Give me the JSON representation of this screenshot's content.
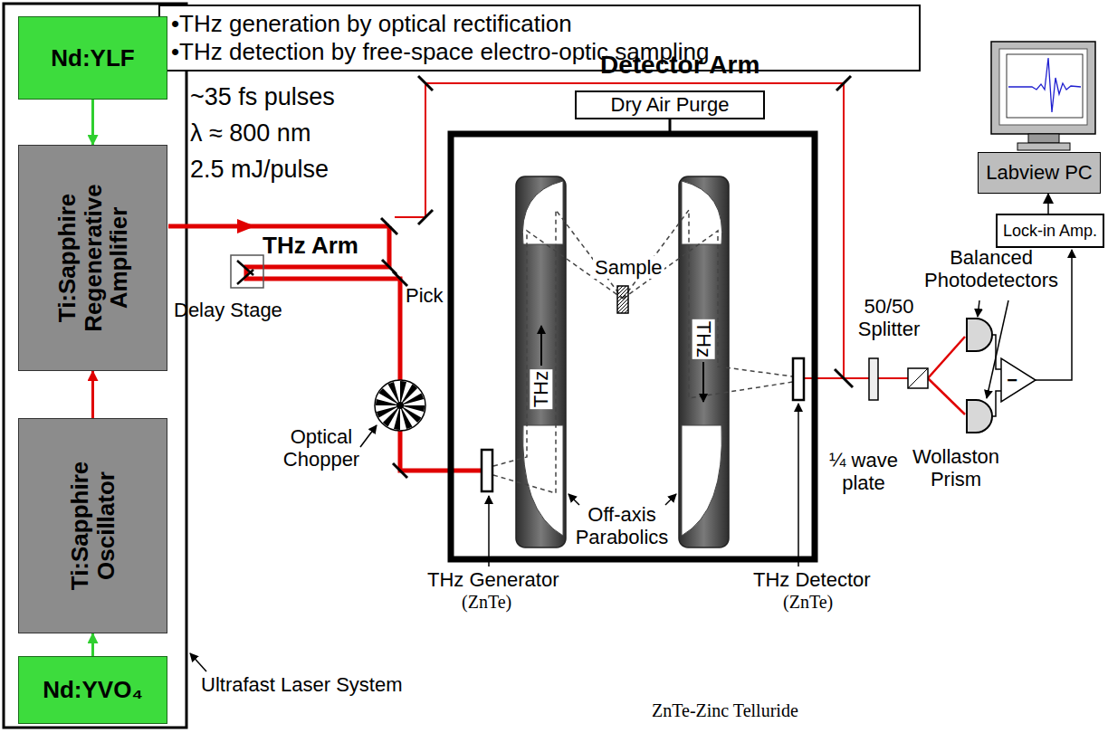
{
  "diagram": {
    "nodes": [
      {
        "text": [
          "•THz generation by optical rectification",
          "•THz detection by free-space electro-optic sampling"
        ]
      },
      {
        "text": [
          "Nd:YLF"
        ]
      },
      {
        "text": [
          "Ti:Sapphire Regenerative Amplifier"
        ]
      },
      {
        "text": [
          "Ti:Sapphire Oscillator"
        ]
      },
      {
        "text": [
          "Nd:YVO₄"
        ]
      },
      {
        "text": [
          "Dry Air Purge"
        ]
      },
      {
        "text": [
          "Labview PC"
        ]
      },
      {
        "text": [
          "Lock-in Amp."
        ]
      }
    ],
    "edges": [
      {
        "from": 1,
        "to": 2,
        "arrow": "to"
      },
      {
        "from": 3,
        "to": 2,
        "arrow": "to"
      },
      {
        "from": 4,
        "to": 3,
        "arrow": "to"
      },
      {
        "from": 7,
        "to": 6,
        "arrow": "to"
      }
    ],
    "labels": [
      "~35 fs pulses",
      "λ ≈ 800 nm",
      "2.5 mJ/pulse",
      "Detector Arm",
      "Pick",
      "THz Arm",
      "Delay Stage",
      "Optical Chopper",
      "THz Generator",
      "(ZnTe)",
      "Sample",
      "THz",
      "THz",
      "Off-axis Parabolics",
      "THz Detector",
      "(ZnTe)",
      "ZnTe-Zinc Telluride",
      "50/50 Splitter",
      "¼ wave plate",
      "Wollaston Prism",
      "Balanced Photodetectors",
      "−",
      "Ultrafast Laser System"
    ]
  }
}
